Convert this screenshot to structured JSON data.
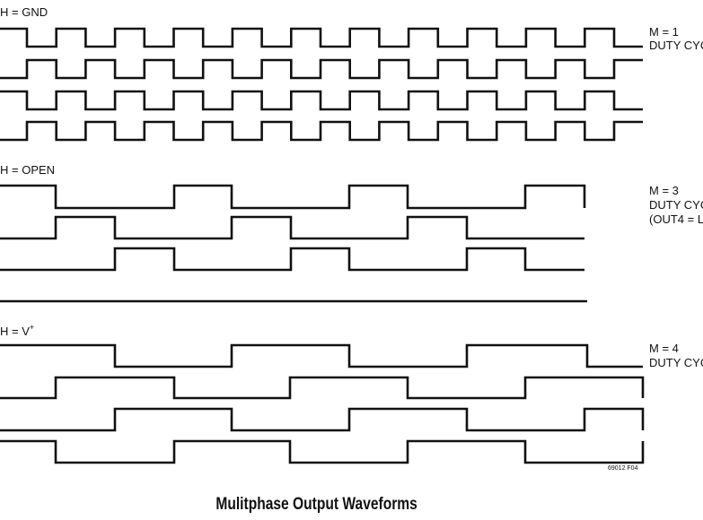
{
  "sections": [
    {
      "pin_label": "H = GND",
      "mode_line": "M = 1",
      "duty_line": "DUTY CYC",
      "note_line": ""
    },
    {
      "pin_label": "H = OPEN",
      "mode_line": "M = 3",
      "duty_line": "DUTY CYC",
      "note_line": "(OUT4 = L"
    },
    {
      "pin_label": "H = V",
      "pin_label_sup": "+",
      "mode_line": "M = 4",
      "duty_line": "DUTY CYC",
      "note_line": ""
    }
  ],
  "figure_id": "69012 F04",
  "caption": "Mulitphase Output Waveforms",
  "waveform_count": 12,
  "waveform_color": "#111111"
}
